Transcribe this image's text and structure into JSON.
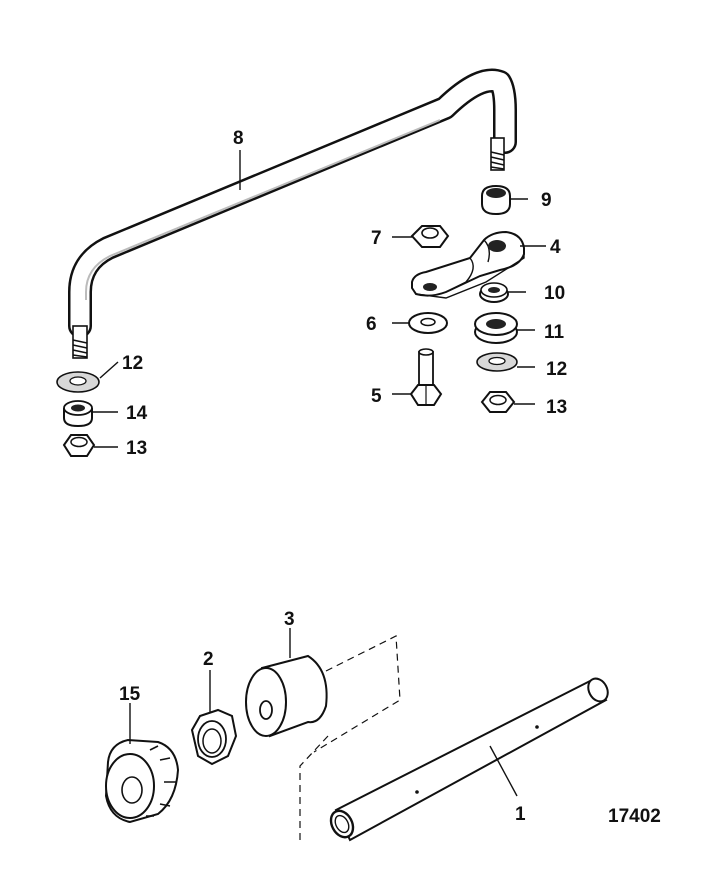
{
  "figure_number": "17402",
  "callouts": {
    "c1": "1",
    "c2": "2",
    "c3": "3",
    "c4": "4",
    "c5": "5",
    "c6": "6",
    "c7": "7",
    "c8": "8",
    "c9": "9",
    "c10": "10",
    "c11": "11",
    "c12a": "12",
    "c12b": "12",
    "c13a": "13",
    "c13b": "13",
    "c14": "14",
    "c15": "15"
  }
}
